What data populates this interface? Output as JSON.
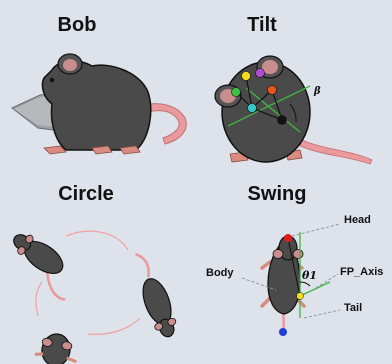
{
  "panels": [
    {
      "title": "Bob"
    },
    {
      "title": "Tilt",
      "angle_label": "β"
    },
    {
      "title": "Circle"
    },
    {
      "title": "Swing",
      "labels": {
        "head": "Head",
        "body": "Body",
        "angle": "θ1",
        "axis": "FP_Axis",
        "tail": "Tail"
      }
    }
  ],
  "colors": {
    "background": "#dde2eb",
    "mouse_body": "#4a4a4a",
    "mouse_outline": "#111111",
    "tail": "#e99a9c",
    "feet": "#d98b7f",
    "ear_inner": "#c98d8d",
    "head_marker": "#e21b1b",
    "tail_marker": "#1f3dd6",
    "body_marker": "#f2de1c",
    "axis_line": "#3fb63f",
    "tilt_markers": [
      "#f2de1c",
      "#b04ad6",
      "#e8551a",
      "#3fbf3f",
      "#34c7c7",
      "#111111"
    ],
    "circle_path": "#f2a0a0"
  }
}
